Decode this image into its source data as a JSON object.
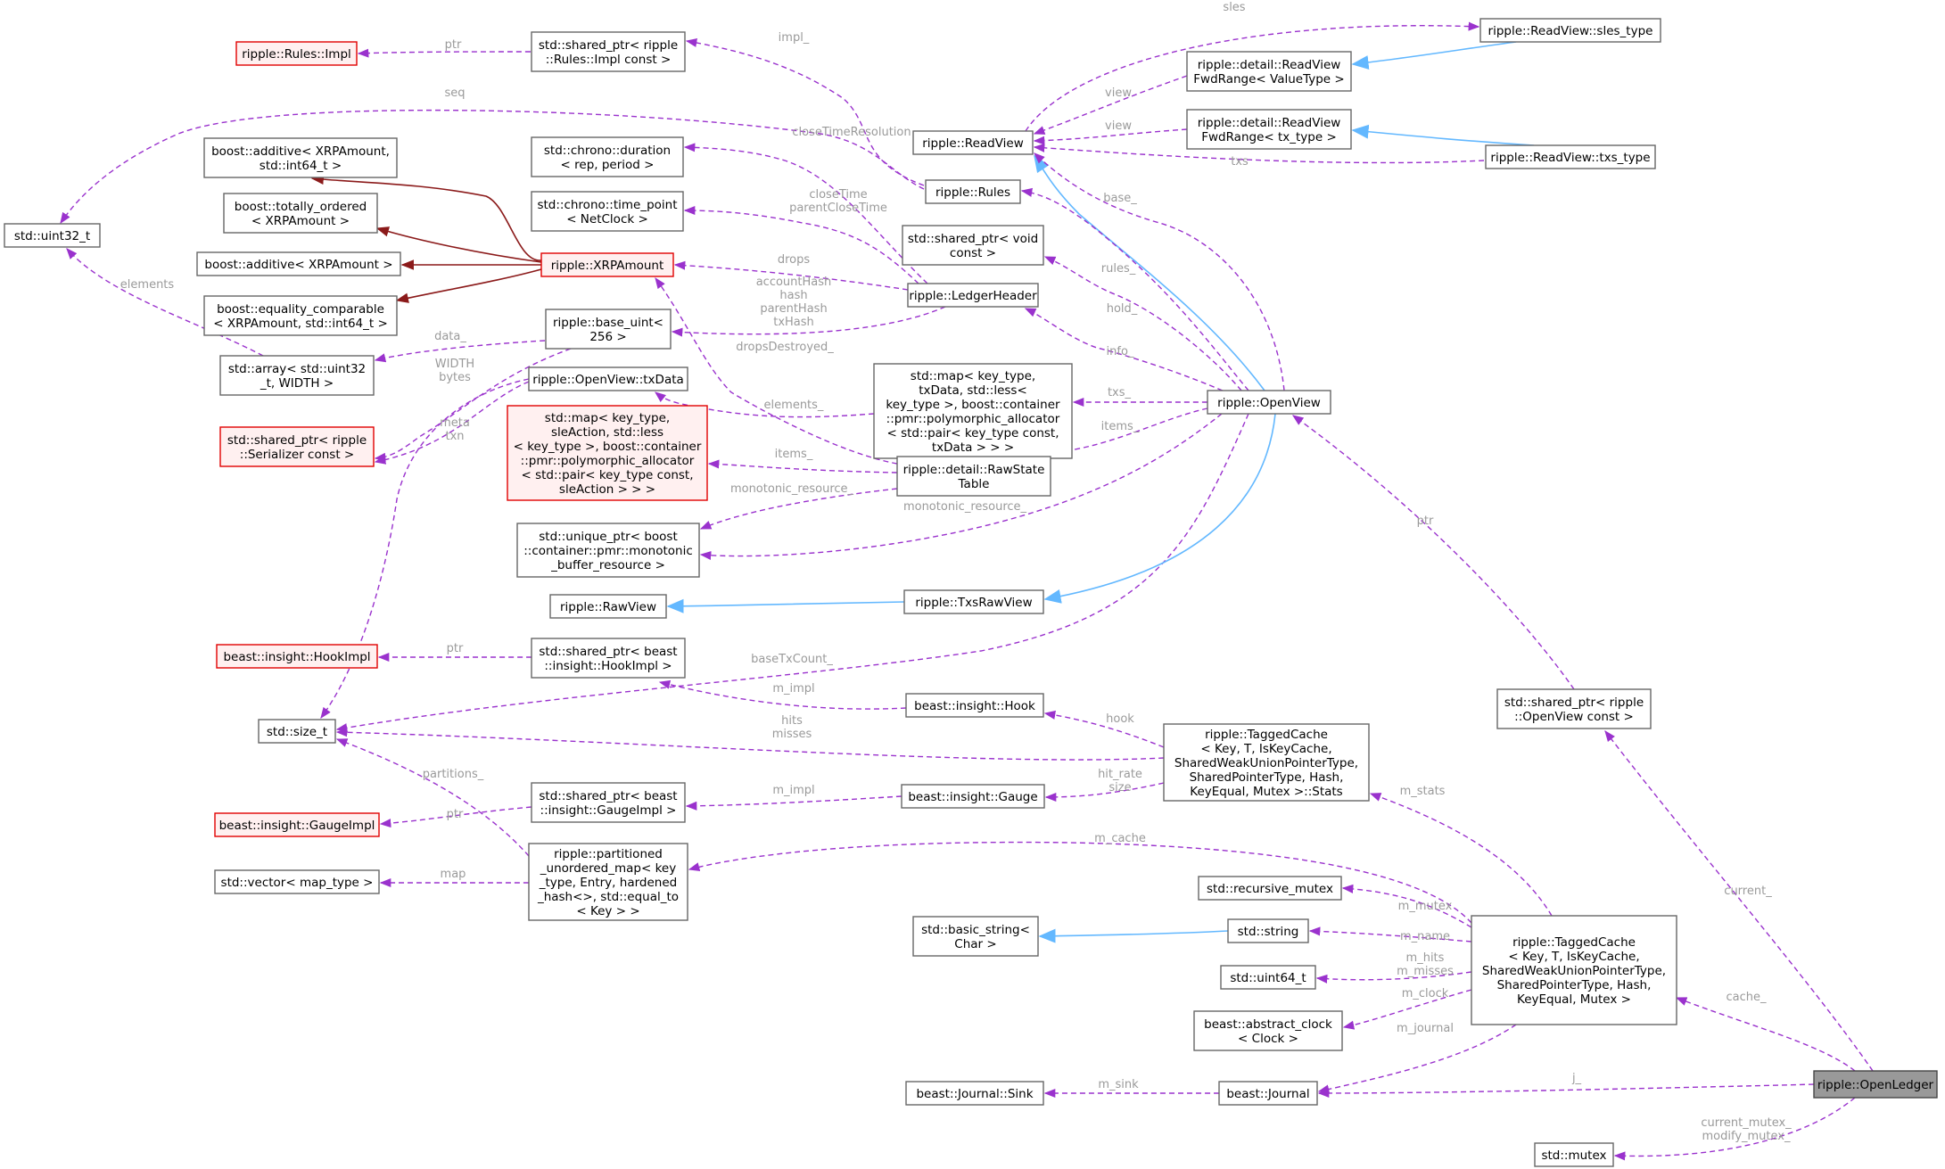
{
  "nodes": {
    "openledger": "ripple::OpenLedger",
    "rules_impl": "ripple::Rules::Impl",
    "sp_rules_impl": [
      "std::shared_ptr< ripple",
      "::Rules::Impl const >"
    ],
    "add_xrp_i64": [
      "boost::additive< XRPAmount,",
      "std::int64_t >"
    ],
    "tot_ord": [
      "boost::totally_ordered",
      "< XRPAmount >"
    ],
    "add_xrp": "boost::additive< XRPAmount >",
    "eq_comp": [
      "boost::equality_comparable",
      "< XRPAmount, std::int64_t >"
    ],
    "uint32": "std::uint32_t",
    "array": [
      "std::array< std::uint32",
      "_t, WIDTH >"
    ],
    "sp_serializer": [
      "std::shared_ptr< ripple",
      "::Serializer const >"
    ],
    "hookimpl": "beast::insight::HookImpl",
    "size_t": "std::size_t",
    "gaugeimpl": "beast::insight::GaugeImpl",
    "vector": "std::vector< map_type >",
    "duration": [
      "std::chrono::duration",
      "< rep, period >"
    ],
    "time_point": [
      "std::chrono::time_point",
      "< NetClock >"
    ],
    "xrpamount": "ripple::XRPAmount",
    "base_uint": [
      "ripple::base_uint<",
      "256 >"
    ],
    "txdata": "ripple::OpenView::txData",
    "map_sle": [
      "std::map< key_type,",
      "sleAction, std::less",
      "< key_type >, boost::container",
      "::pmr::polymorphic_allocator",
      "< std::pair< key_type const,",
      "sleAction > > >"
    ],
    "unique_ptr": [
      "std::unique_ptr< boost",
      "::container::pmr::monotonic",
      "_buffer_resource >"
    ],
    "rawview": "ripple::RawView",
    "sp_hookimpl": [
      "std::shared_ptr< beast",
      "::insight::HookImpl >"
    ],
    "sp_gaugeimpl": [
      "std::shared_ptr< beast",
      "::insight::GaugeImpl >"
    ],
    "partitioned": [
      "ripple::partitioned",
      "_unordered_map< key",
      "_type, Entry, hardened",
      "_hash<>, std::equal_to",
      "< Key > >"
    ],
    "readview": "ripple::ReadView",
    "rules": "ripple::Rules",
    "sp_void": [
      "std::shared_ptr< void",
      "const >"
    ],
    "ledgerheader": "ripple::LedgerHeader",
    "map_tx": [
      "std::map< key_type,",
      "txData, std::less<",
      "key_type >, boost::container",
      "::pmr::polymorphic_allocator",
      "< std::pair< key_type const,",
      "txData > > >"
    ],
    "rawstate": [
      "ripple::detail::RawState",
      "Table"
    ],
    "txsrawview": "ripple::TxsRawView",
    "hook": "beast::insight::Hook",
    "gauge": "beast::insight::Gauge",
    "rv_fwd_vt": [
      "ripple::detail::ReadView",
      "FwdRange< ValueType >"
    ],
    "rv_fwd_tx": [
      "ripple::detail::ReadView",
      "FwdRange< tx_type >"
    ],
    "sles_type": "ripple::ReadView::sles_type",
    "txs_type": "ripple::ReadView::txs_type",
    "openview": "ripple::OpenView",
    "stats": [
      "ripple::TaggedCache",
      "< Key, T, IsKeyCache,",
      "SharedWeakUnionPointerType,",
      "SharedPointerType, Hash,",
      "KeyEqual, Mutex >::Stats"
    ],
    "sp_openview": [
      "std::shared_ptr< ripple",
      "::OpenView const >"
    ],
    "rec_mutex": "std::recursive_mutex",
    "basic_string": [
      "std::basic_string<",
      "Char >"
    ],
    "string": "std::string",
    "uint64": "std::uint64_t",
    "abstract_clock": [
      "beast::abstract_clock",
      "< Clock >"
    ],
    "journal": "beast::Journal",
    "sink": "beast::Journal::Sink",
    "taggedcache": [
      "ripple::TaggedCache",
      "< Key, T, IsKeyCache,",
      "SharedWeakUnionPointerType,",
      "SharedPointerType, Hash,",
      "KeyEqual, Mutex >"
    ],
    "mutex": "std::mutex"
  },
  "edge_labels": {
    "sles": "sles",
    "impl_": "impl_",
    "ptr_rules": "ptr",
    "seq": "seq",
    "view1": "view",
    "view2": "view",
    "txs": "txs",
    "closeTimeResolution": "closeTimeResolution",
    "closeTime": [
      "closeTime",
      "parentCloseTime"
    ],
    "base_": "base_",
    "drops": "drops",
    "rules_": "rules_",
    "hashes": [
      "accountHash",
      "hash",
      "parentHash",
      "txHash"
    ],
    "elements": "elements",
    "hold_": "hold_",
    "data_": "data_",
    "dropsDestroyed_": "dropsDestroyed_",
    "info_": "info_",
    "width": [
      "WIDTH",
      "bytes"
    ],
    "txs_": "txs_",
    "meta": [
      "meta",
      "txn"
    ],
    "elements_": "elements_",
    "items_ov": "items_",
    "items_rs": "items_",
    "monotonic_resource": "monotonic_resource_",
    "monotonic_resource2": "monotonic_resource_",
    "ptr_openview": "ptr",
    "ptr_hook": "ptr",
    "baseTxCount": "baseTxCount_",
    "m_impl_hook": "m_impl",
    "hook": "hook",
    "hits": [
      "hits",
      "misses"
    ],
    "hit_rate": [
      "hit_rate",
      "size"
    ],
    "partitions": "partitions_",
    "m_impl_gauge": "m_impl",
    "ptr_gauge": "ptr",
    "m_stats": "m_stats",
    "m_cache": "m_cache",
    "current": "current_",
    "map": "map",
    "m_mutex": "m_mutex",
    "m_name": "m_name",
    "m_hits": [
      "m_hits",
      "m_misses"
    ],
    "m_clock": "m_clock",
    "cache": "cache_",
    "m_journal": "m_journal",
    "j": "j_",
    "m_sink": "m_sink",
    "current_mutex": [
      "current_mutex_",
      "modify_mutex_"
    ]
  },
  "colors": {
    "usage_edge": "#9a32cd",
    "inheritance_edge": "#63b8ff",
    "template_edge": "#8b1a1a",
    "focus_fill": "#999999",
    "missing_node_border": "#e00000"
  }
}
